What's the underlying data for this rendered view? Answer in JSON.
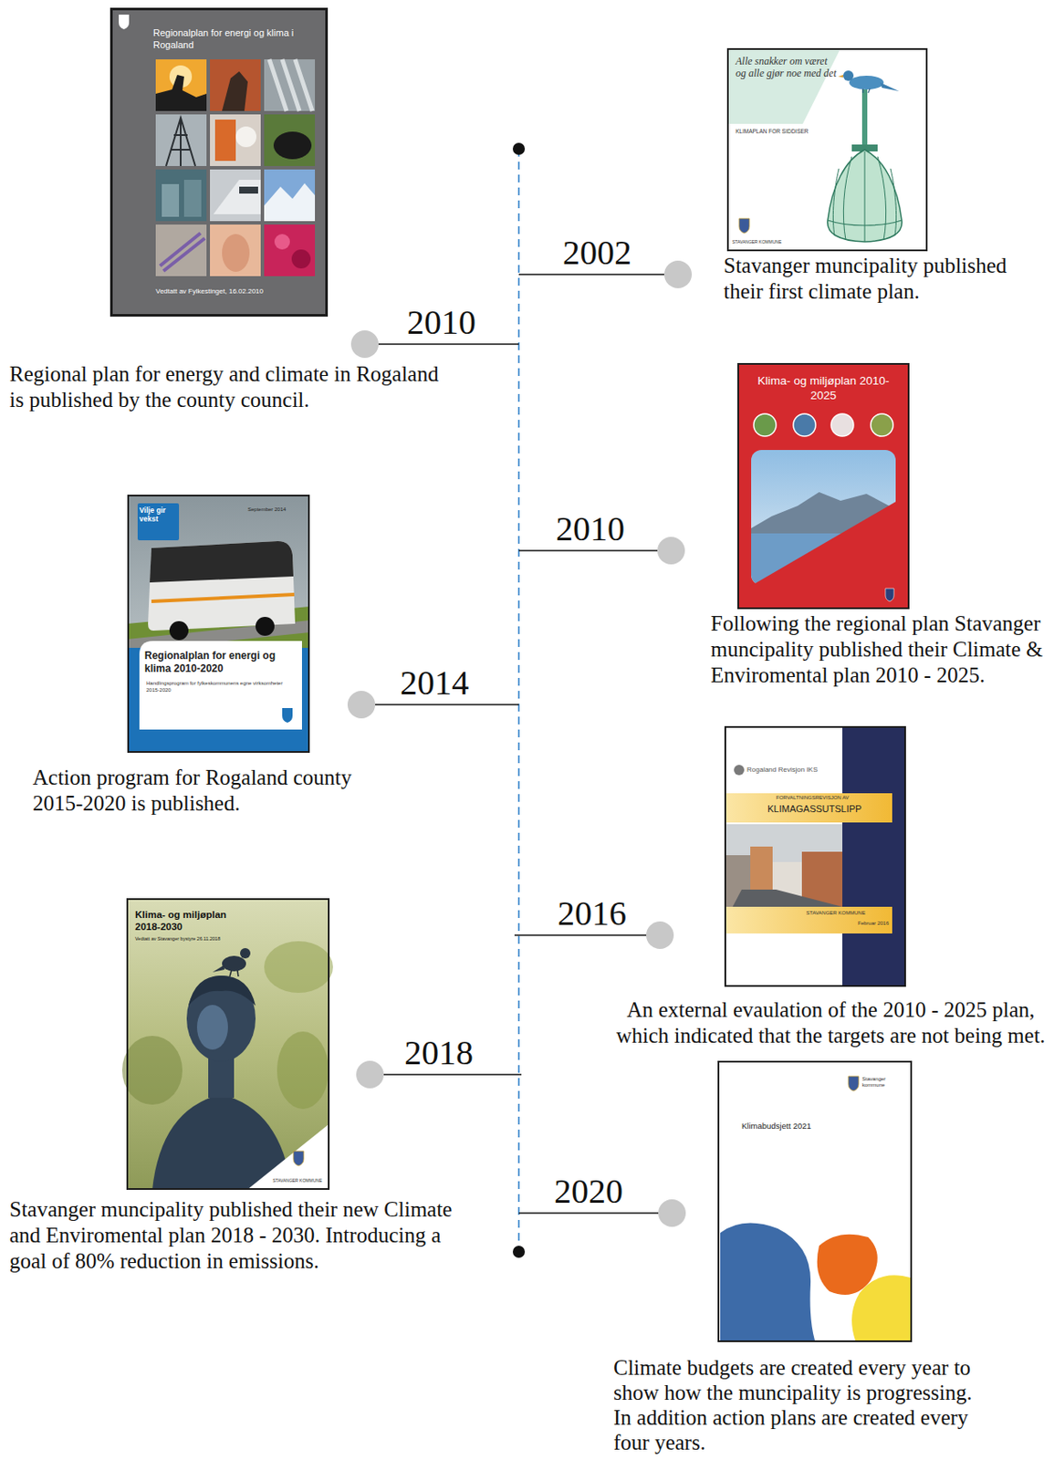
{
  "diagram": {
    "nodes": [
      {
        "text": [
          "Alle snakker om været og alle gjør noe med det",
          "KLIMAPLAN FOR SIDDISER",
          "STAVANGER KOMMUNE",
          "Stavanger muncipality published their first climate plan."
        ]
      },
      {
        "text": [
          "Regionalplan for energi og klima i Rogaland",
          "Vedtatt av Fylkestinget, 16.02.2010",
          "Regional plan for energy and climate in Rogaland is published by the county council."
        ]
      },
      {
        "text": [
          "Klima- og miljøplan 2010-2025",
          "Following the regional plan Stavanger muncipality published their Climate & Enviromental plan 2010 - 2025."
        ]
      },
      {
        "text": [
          "Vilje gir vekst",
          "September 2014",
          "Regionalplan for energi og klima 2010-2020",
          "Handlingsprogram for fylkeskommunens egne virksomheter 2015-2020",
          "Action program for Rogaland county 2015-2020 is published."
        ]
      },
      {
        "text": [
          "Rogaland Revisjon IKS",
          "FORVALTNINGSREVISJON AV",
          "KLIMAGASSUTSLIPP",
          "STAVANGER KOMMUNE",
          "Februar 2016",
          "An external evaulation of the 2010 - 2025 plan, which indicated that the targets are not being met."
        ]
      },
      {
        "text": [
          "Klima- og miljøplan 2018-2030",
          "Vedtatt av Stavanger bystyre 26.11.2018",
          "STAVANGER KOMMUNE",
          "Stavanger muncipality published their new Climate and Enviromental plan 2018 - 2030. Introducing a goal of 80% reduction in emissions."
        ]
      },
      {
        "text": [
          "Stavanger kommune",
          "Klimabudsjett 2021",
          "Climate budgets are created every year to show how the muncipality is progressing. In addition action plans are created every four years."
        ]
      }
    ],
    "labels": [
      "2002",
      "2010",
      "2010",
      "2014",
      "2016",
      "2018",
      "2020"
    ]
  }
}
